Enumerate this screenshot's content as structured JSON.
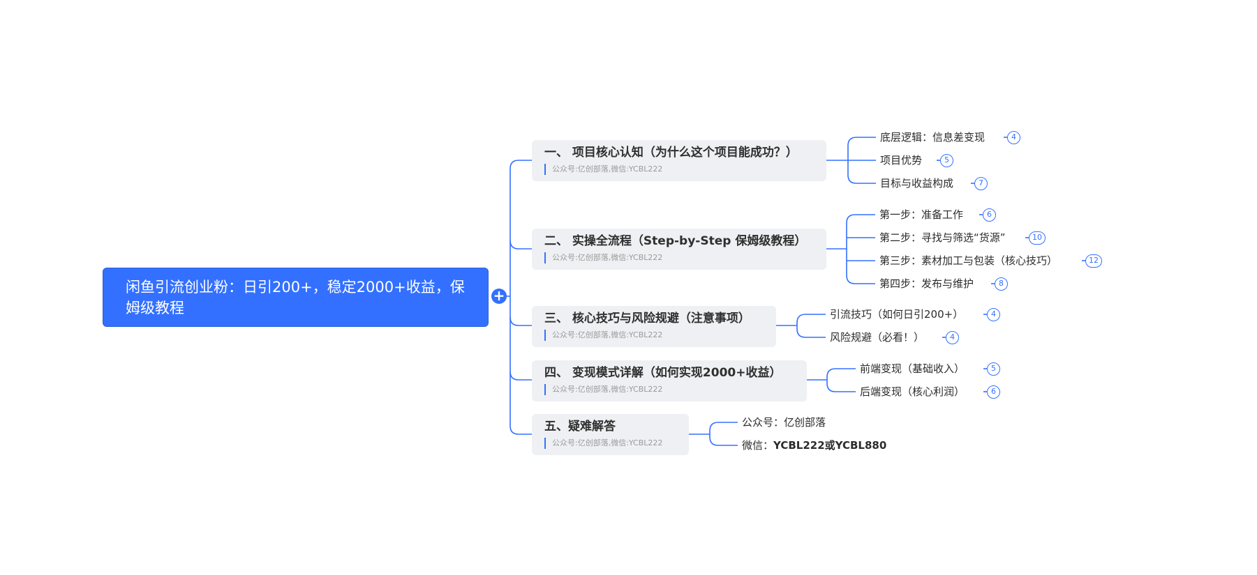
{
  "root": {
    "title": "闲鱼引流创业粉：日引200+，稳定2000+收益，保姆级教程"
  },
  "colors": {
    "accent": "#3370ff",
    "topic_bg": "#eef0f3"
  },
  "branches": [
    {
      "title": "一、 项目核心认知（为什么这个项目能成功？）",
      "note": "公众号:亿创部落,微信:YCBL222",
      "children": [
        {
          "label": "底层逻辑：信息差变现",
          "count": "4"
        },
        {
          "label": "项目优势",
          "count": "5"
        },
        {
          "label": "目标与收益构成",
          "count": "7"
        }
      ]
    },
    {
      "title": "二、 实操全流程（Step-by-Step 保姆级教程）",
      "note": "公众号:亿创部落,微信:YCBL222",
      "children": [
        {
          "label": "第一步：准备工作",
          "count": "6"
        },
        {
          "label": "第二步：寻找与筛选“货源”",
          "count": "10"
        },
        {
          "label": "第三步：素材加工与包装（核心技巧）",
          "count": "12"
        },
        {
          "label": "第四步：发布与维护",
          "count": "8"
        }
      ]
    },
    {
      "title": "三、 核心技巧与风险规避（注意事项）",
      "note": "公众号:亿创部落,微信:YCBL222",
      "children": [
        {
          "label": "引流技巧（如何日引200+）",
          "count": "4"
        },
        {
          "label": "风险规避（必看！）",
          "count": "4"
        }
      ]
    },
    {
      "title": "四、 变现模式详解（如何实现2000+收益）",
      "note": "公众号:亿创部落,微信:YCBL222",
      "children": [
        {
          "label": "前端变现（基础收入）",
          "count": "5"
        },
        {
          "label": "后端变现（核心利润）",
          "count": "6"
        }
      ]
    },
    {
      "title": "五、疑难解答",
      "note": "公众号:亿创部落,微信:YCBL222",
      "children": [
        {
          "label": "公众号：亿创部落"
        },
        {
          "label_prefix": "微信：",
          "label_bold": "YCBL222或YCBL880"
        }
      ]
    }
  ]
}
